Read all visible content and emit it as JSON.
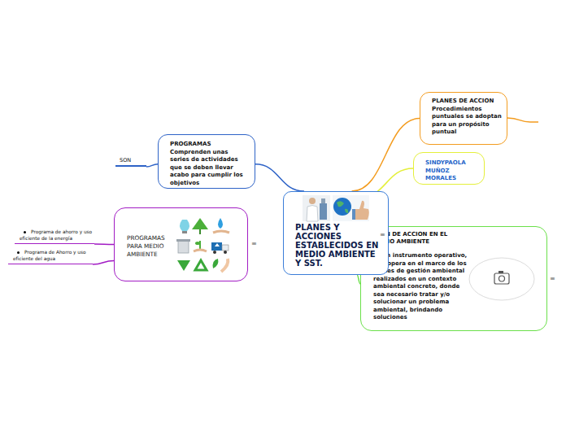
{
  "diagram": {
    "nodes": [
      {
        "text": [
          "PLANES Y ACCIONES ESTABLECIDOS EN MEDIO AMBIENTE Y SST."
        ]
      },
      {
        "text": [
          "PROGRAMAS Comprenden unas series de actividades que se deben llevar acabo para cumplir los objetivos"
        ]
      },
      {
        "text": [
          "SON"
        ]
      },
      {
        "text": [
          "PROGRAMAS PARA MEDIO AMBIENTE"
        ]
      },
      {
        "text": [
          "Programa de ahorro y uso eficiente de la energía"
        ]
      },
      {
        "text": [
          "Programa de Ahorro y uso eficiente del agua"
        ]
      },
      {
        "text": [
          "PLANES DE ACCION Procedimientos puntuales se adoptan para un propósito puntual"
        ]
      },
      {
        "text": [
          "SINDYPAOLA MUÑOZ MORALES"
        ]
      },
      {
        "text": [
          "PLAN DE ACCION EN EL MEDIO AMBIENTE",
          "Es un instrumento operativo, que opera en el marco de los planes de gestión ambiental realizados en un contexto ambiental concreto, donde sea necesario tratar y/o solucionar un problema ambiental, brindando soluciones"
        ]
      }
    ],
    "edges": [
      {
        "from": 0,
        "to": 1,
        "arrow": "none"
      },
      {
        "from": 1,
        "to": 2,
        "arrow": "none"
      },
      {
        "from": 3,
        "to": 4,
        "arrow": "none"
      },
      {
        "from": 3,
        "to": 5,
        "arrow": "none"
      },
      {
        "from": 0,
        "to": 6,
        "arrow": "none"
      },
      {
        "from": 0,
        "to": 7,
        "arrow": "none"
      },
      {
        "from": 0,
        "to": 8,
        "arrow": "none"
      }
    ],
    "labels": [
      "≡",
      "≡",
      "≡"
    ]
  }
}
